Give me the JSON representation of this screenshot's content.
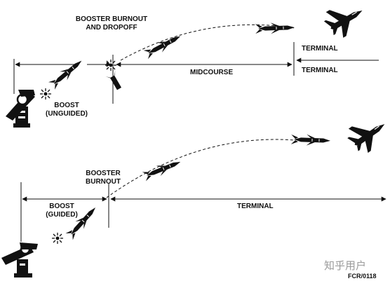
{
  "top": {
    "booster_burnout_line1": "BOOSTER BURNOUT",
    "booster_burnout_line2": "AND DROPOFF",
    "terminal_upper": "TERMINAL",
    "terminal_lower": "TERMINAL",
    "midcourse": "MIDCOURSE",
    "boost_line1": "BOOST",
    "boost_line2": "(UNGUIDED)"
  },
  "bottom": {
    "booster_burnout_line1": "BOOSTER",
    "booster_burnout_line2": "BURNOUT",
    "boost_line1": "BOOST",
    "boost_line2": "(GUIDED)",
    "terminal": "TERMINAL"
  },
  "figure_code": "FCR/0118",
  "watermark": "知乎用户",
  "colors": {
    "ink": "#111111",
    "background": "#ffffff",
    "watermark": "#9a9a9a"
  }
}
